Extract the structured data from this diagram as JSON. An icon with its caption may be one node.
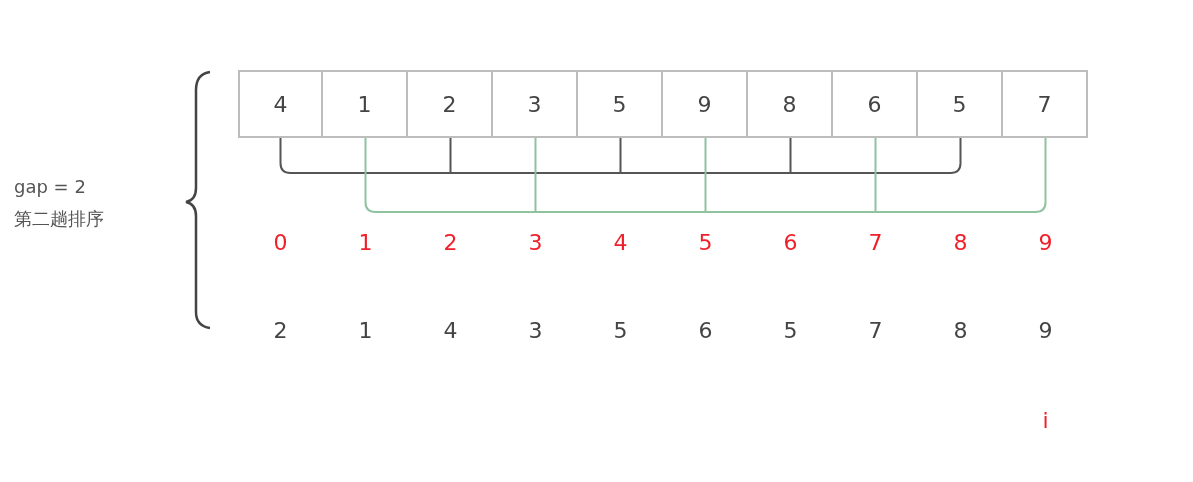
{
  "diagram": {
    "nodes": [
      {
        "text": [
          "4"
        ]
      },
      {
        "text": [
          "1"
        ]
      },
      {
        "text": [
          "2"
        ]
      },
      {
        "text": [
          "3"
        ]
      },
      {
        "text": [
          "5"
        ]
      },
      {
        "text": [
          "9"
        ]
      },
      {
        "text": [
          "8"
        ]
      },
      {
        "text": [
          "6"
        ]
      },
      {
        "text": [
          "5"
        ]
      },
      {
        "text": [
          "7"
        ]
      }
    ],
    "labels": [
      "gap = 2",
      "第二趟排序",
      "0",
      "1",
      "2",
      "3",
      "4",
      "5",
      "6",
      "7",
      "8",
      "9",
      "2",
      "1",
      "4",
      "3",
      "5",
      "6",
      "5",
      "7",
      "8",
      "9",
      "i"
    ]
  }
}
